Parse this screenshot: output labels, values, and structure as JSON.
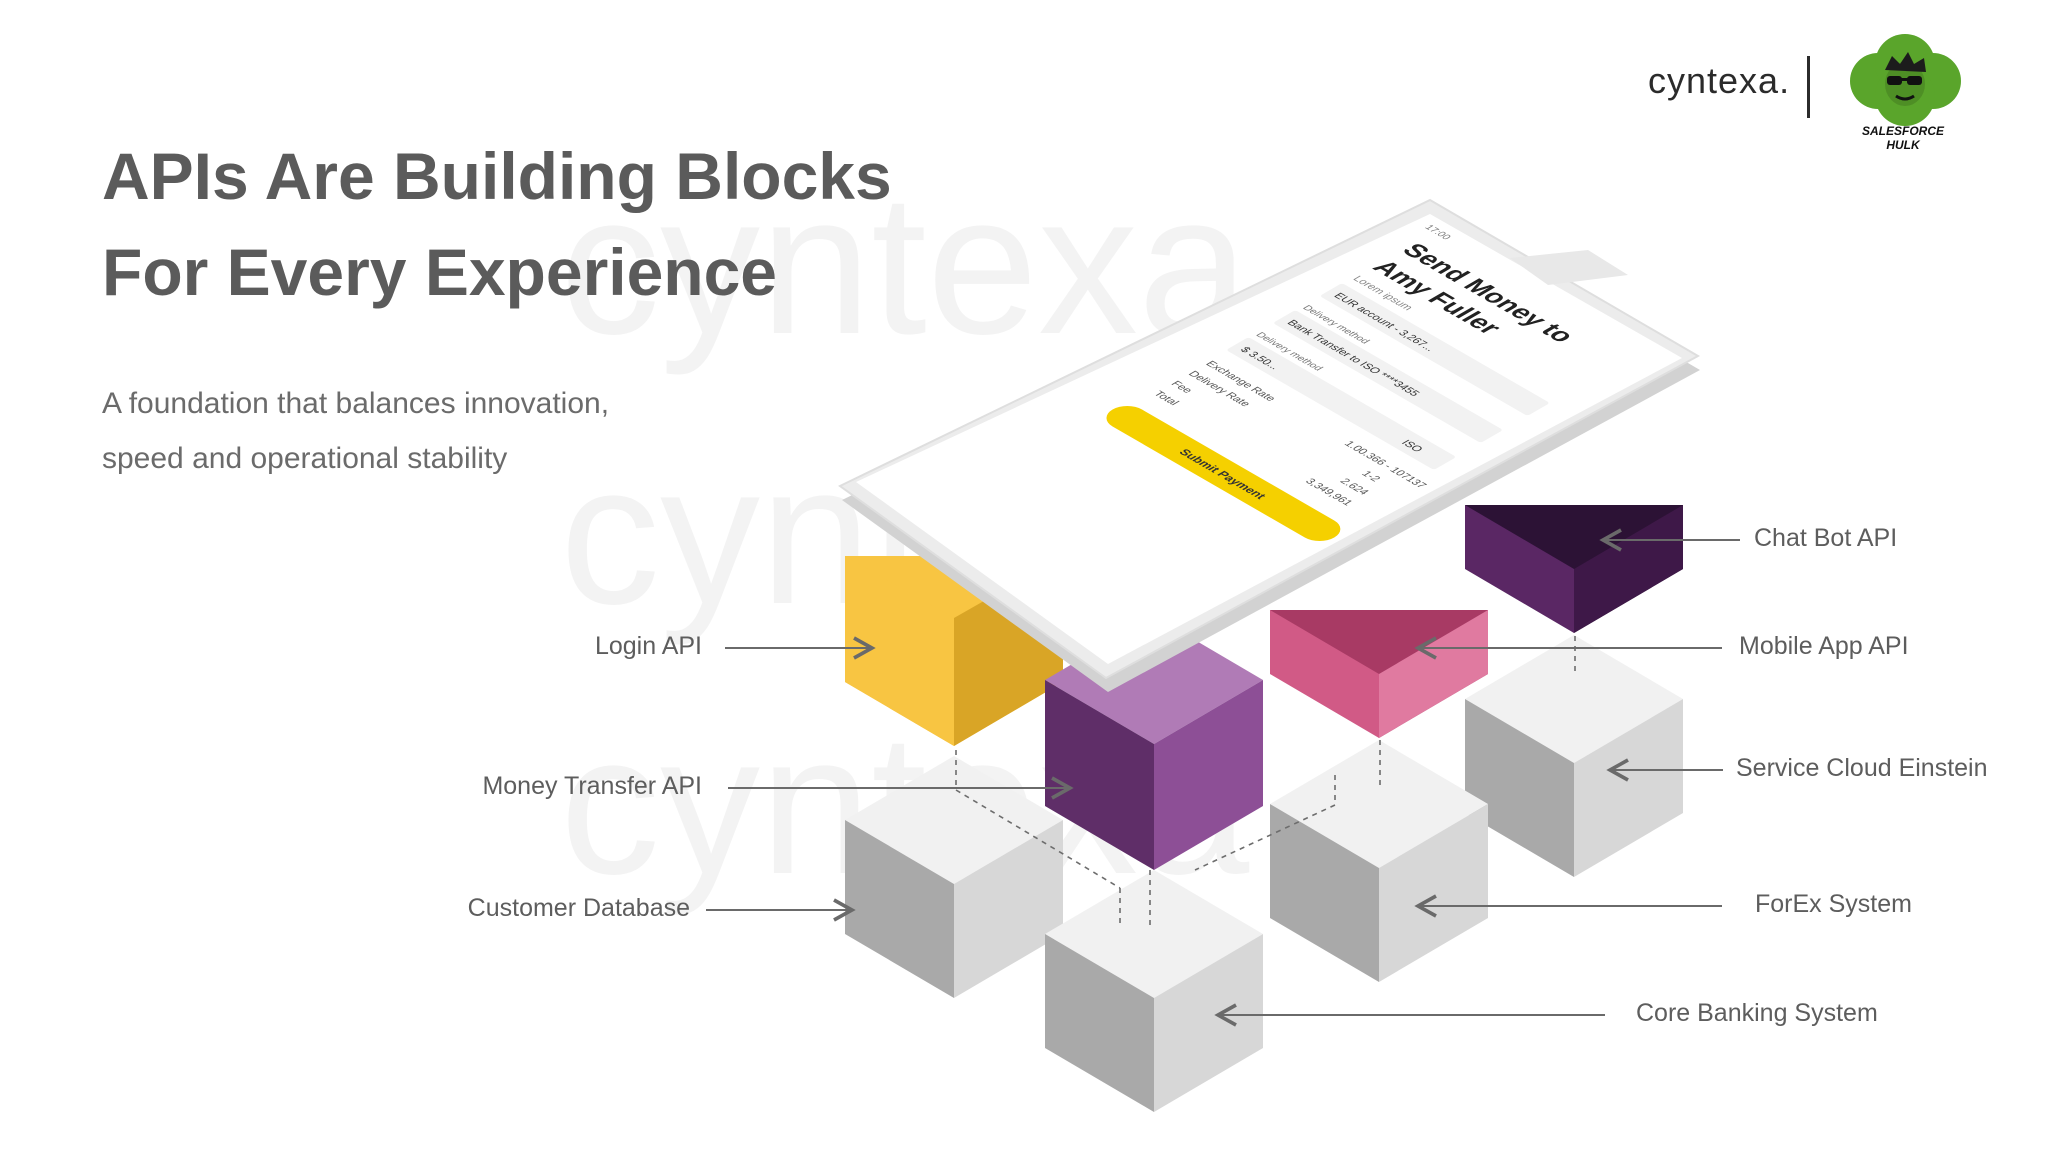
{
  "slide": {
    "title_line1": "APIs Are Building Blocks",
    "title_line2": "For Every Experience",
    "subtitle_line1": "A foundation that balances innovation,",
    "subtitle_line2": "speed and operational stability",
    "watermark": "cyntexa"
  },
  "brand": {
    "wordmark": "cyntexa.",
    "logo_caption": "SALESFORCE HULK"
  },
  "phone": {
    "heading_line1": "Send Money to",
    "heading_line2": "Amy Fuller",
    "lorem": "Lorem ipsum",
    "account": "EUR account - 3,267...",
    "delivery_method_label": "Delivery method",
    "delivery_method_value": "Bank Transfer to ISO ****3455",
    "amount": "$ 3.50...",
    "currency": "ISO",
    "exchange_rate_label": "Exchange Rate",
    "exchange_rate_value": "1.00.366 - 107137",
    "delivery_rate_label": "Delivery Rate",
    "delivery_rate_value": "1-2",
    "fee_label": "Fee",
    "fee_value": "2.624",
    "total_label": "Total",
    "total_value": "3,349,961",
    "submit_label": "Submit Payment"
  },
  "callouts": {
    "left": [
      "Login API",
      "Money Transfer API",
      "Customer Database"
    ],
    "right": [
      "Chat Bot API",
      "Mobile App API",
      "Service Cloud Einstein",
      "ForEx System",
      "Core Banking System"
    ]
  },
  "colors": {
    "yellow": "#f8c542",
    "purple": "#8d4f96",
    "pink": "#d15a86",
    "dark_purple": "#5a2764",
    "grey_top": "#f1f1f1",
    "grey_left": "#a9a9a9",
    "grey_right": "#d7d7d7",
    "accent": "#f5d000",
    "text": "#5b5b5b"
  }
}
